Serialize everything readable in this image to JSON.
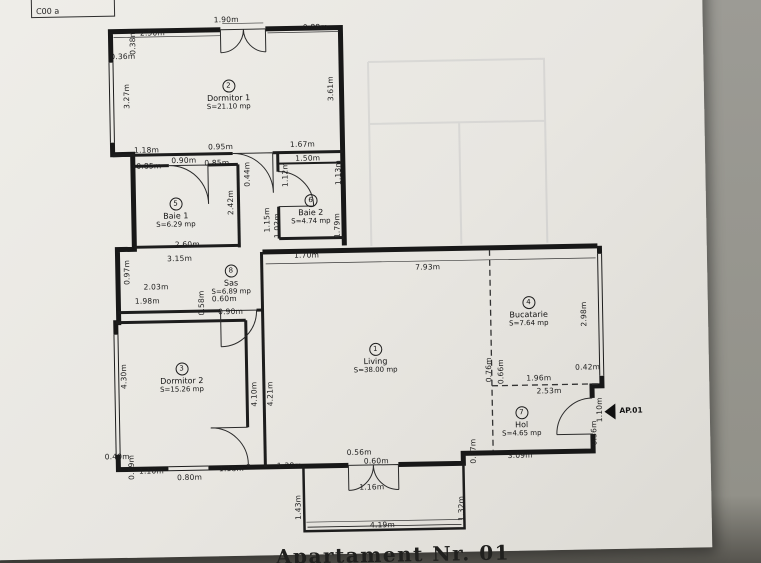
{
  "page": {
    "corner_box_text": "C00 a",
    "title": "Apartament Nr. 01",
    "unit_label": "AP.01"
  },
  "rooms": [
    {
      "number": "1",
      "name": "Living",
      "area": "S=38.00 mp"
    },
    {
      "number": "2",
      "name": "Dormitor 1",
      "area": "S=21.10 mp"
    },
    {
      "number": "3",
      "name": "Dormitor 2",
      "area": "S=15.26 mp"
    },
    {
      "number": "4",
      "name": "Bucatarie",
      "area": "S=7.64 mp"
    },
    {
      "number": "5",
      "name": "Baie 1",
      "area": "S=6.29 mp"
    },
    {
      "number": "6",
      "name": "Baie 2",
      "area": "S=4.74 mp"
    },
    {
      "number": "7",
      "name": "Hol",
      "area": "S=4.65 mp"
    },
    {
      "number": "8",
      "name": "Sas",
      "area": "S=6.89 mp"
    }
  ],
  "dims": [
    "2.50m",
    "1.90m",
    "0.88m",
    "0.38m",
    "0.36m",
    "3.27m",
    "3.61m",
    "1.18m",
    "0.95m",
    "1.67m",
    "0.85m",
    "0.90m",
    "0.85m",
    "1.50m",
    "0.44m",
    "1.12m",
    "1.13m",
    "2.42m",
    "1.15m",
    "1.02m",
    "1.79m",
    "2.60m",
    "3.15m",
    "1.70m",
    "7.93m",
    "0.97m",
    "2.03m",
    "1.98m",
    "0.58m",
    "0.60m",
    "0.90m",
    "4.30m",
    "4.10m",
    "4.21m",
    "2.98m",
    "0.76m",
    "0.66m",
    "1.96m",
    "0.42m",
    "2.53m",
    "1.10m",
    "0.36m",
    "3.09m",
    "0.37m",
    "0.40m",
    "0.39m",
    "1.10m",
    "0.80m",
    "1.18m",
    "1.38m",
    "0.56m",
    "0.60m",
    "1.16m",
    "1.43m",
    "4.19m",
    "1.32m"
  ]
}
